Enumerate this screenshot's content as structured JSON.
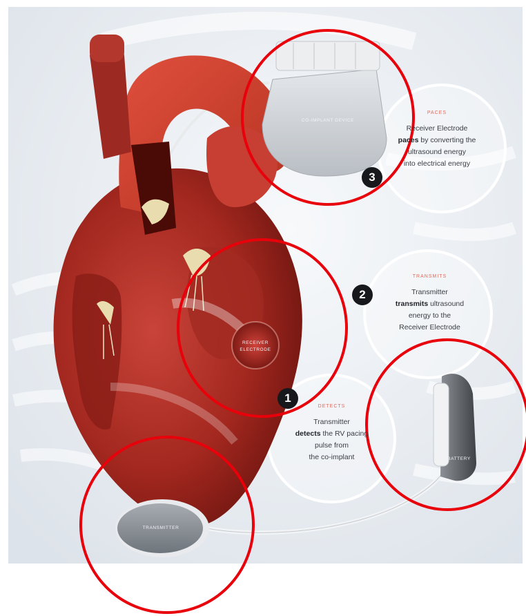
{
  "devices": {
    "co_implant": "CO-IMPLANT DEVICE",
    "receiver_electrode": "RECEIVER ELECTRODE",
    "transmitter": "TRANSMITTER",
    "battery": "BATTERY"
  },
  "steps": [
    {
      "number": "3",
      "title": "PACES",
      "line1": "Receiver Electrode",
      "bold": "paces",
      "rest1": " by converting the",
      "line3": "ultrasound energy",
      "line4": "into electrical energy"
    },
    {
      "number": "2",
      "title": "TRANSMITS",
      "line1": "Transmitter",
      "bold": "transmits",
      "rest1": " ultrasound",
      "line3": "energy to the",
      "line4": "Receiver Electrode"
    },
    {
      "number": "1",
      "title": "DETECTS",
      "line1": "Transmitter",
      "bold": "detects",
      "rest1": " the RV pacing",
      "line3": "pulse from",
      "line4": "the co-implant"
    }
  ],
  "colors": {
    "annotation_red": "#e8000b",
    "heart_red": "#b8332a",
    "badge": "#16181b",
    "background": "#eef1f4"
  }
}
